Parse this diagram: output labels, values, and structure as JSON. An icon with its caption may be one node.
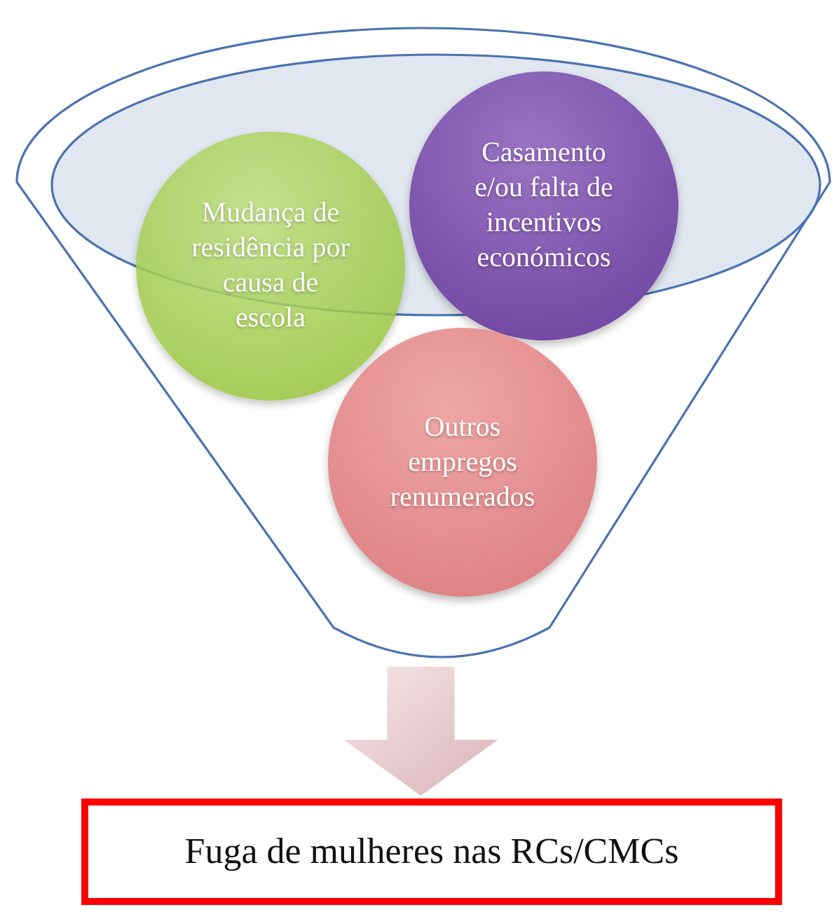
{
  "diagram": {
    "nodes": [
      {
        "text": [],
        "shape": "funnel"
      },
      {
        "text": [
          "Mudança de residência por causa de escola"
        ],
        "in": 0
      },
      {
        "text": [
          "Casamento e/ou falta de incentivos económicos"
        ],
        "in": 0
      },
      {
        "text": [
          "Outros empregos renumerados"
        ],
        "in": 0
      },
      {
        "text": [
          "Fuga de mulheres nas RCs/CMCs"
        ]
      }
    ],
    "edges": [
      {
        "from": 0,
        "to": 4,
        "arrow": "to"
      }
    ]
  }
}
